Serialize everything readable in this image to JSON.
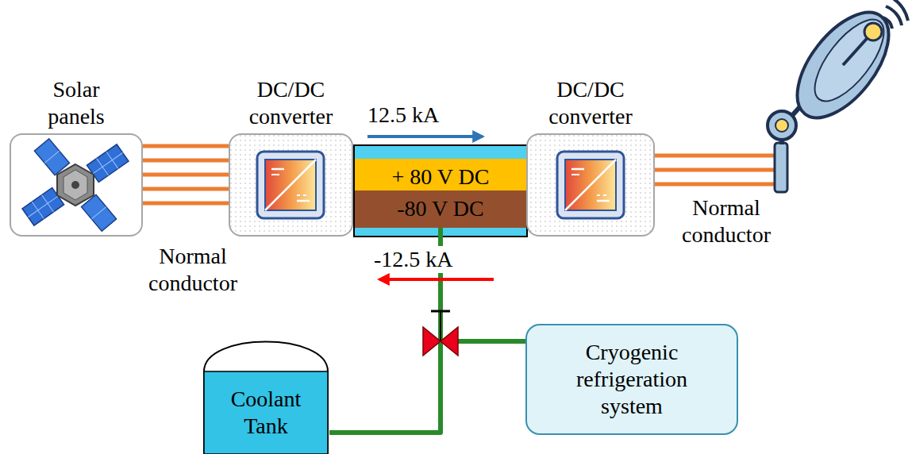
{
  "diagram": {
    "nodes": [
      {
        "text": [
          "Solar panels"
        ]
      },
      {
        "text": [
          "DC/DC converter"
        ]
      },
      {
        "text": [
          "+ 80 V DC"
        ]
      },
      {
        "text": [
          "-80 V DC"
        ]
      },
      {
        "text": [
          "DC/DC converter"
        ]
      },
      {
        "text": [
          "Cryogenic refrigeration system"
        ]
      },
      {
        "text": [
          "Coolant Tank"
        ]
      }
    ],
    "edges": [
      {
        "from": 0,
        "to": 1,
        "arrow": "none"
      },
      {
        "from": 3,
        "to": 6,
        "arrow": "none"
      },
      {
        "from": 3,
        "to": 5,
        "arrow": "none"
      }
    ],
    "labels": [
      "12.5 kA",
      "Normal conductor",
      "Normal conductor",
      "-12.5 kA"
    ]
  }
}
